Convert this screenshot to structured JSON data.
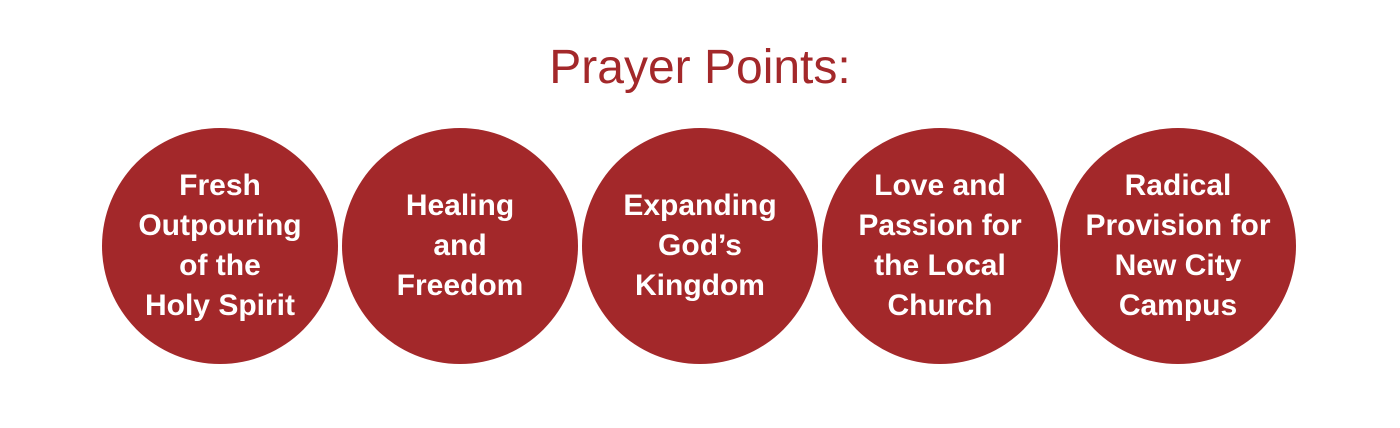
{
  "title": "Prayer Points:",
  "colors": {
    "accent": "#a3282a",
    "text_on_accent": "#ffffff",
    "background": "#ffffff"
  },
  "points": [
    {
      "label": "Fresh\nOutpouring\nof the\nHoly Spirit"
    },
    {
      "label": "Healing\nand\nFreedom"
    },
    {
      "label": "Expanding\nGod’s\nKingdom"
    },
    {
      "label": "Love and\nPassion for\nthe Local\nChurch"
    },
    {
      "label": "Radical\nProvision for\nNew City\nCampus"
    }
  ]
}
